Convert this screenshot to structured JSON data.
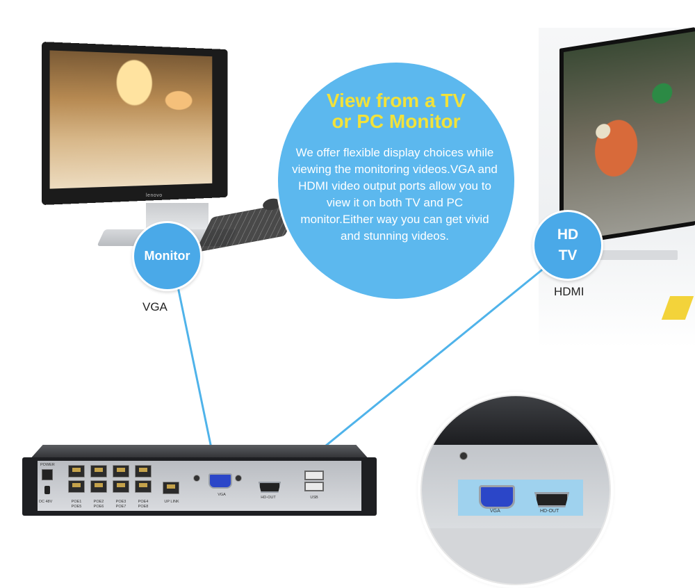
{
  "info": {
    "title_line1": "View from a TV",
    "title_line2": "or PC Monitor",
    "body": "We offer flexible display choices while  viewing the  monitoring videos.VGA and HDMI video output ports allow you to view it on both TV and PC monitor.Either way you can get vivid and stunning videos."
  },
  "badges": {
    "monitor": "Monitor",
    "hdtv_line1": "HD",
    "hdtv_line2": "TV"
  },
  "captions": {
    "vga": "VGA",
    "hdmi": "HDMI"
  },
  "monitor_brand": "lenovo",
  "nvr_labels": {
    "power": "POWER",
    "dc": "DC 48V",
    "poe_top": [
      "POE1",
      "POE2",
      "POE3",
      "POE4"
    ],
    "poe_bottom": [
      "POE5",
      "POE6",
      "POE7",
      "POE8"
    ],
    "uplink": "UP LINK",
    "vga": "VGA",
    "hdout": "HD-OUT",
    "usb": "USB"
  },
  "zoom_labels": {
    "vga": "VGA",
    "hdout": "HD-OUT"
  },
  "colors": {
    "circle_blue": "#5cb8ee",
    "badge_blue": "#4aa9e8",
    "title_yellow": "#f2e23a",
    "line_blue": "#4fb3ea"
  }
}
